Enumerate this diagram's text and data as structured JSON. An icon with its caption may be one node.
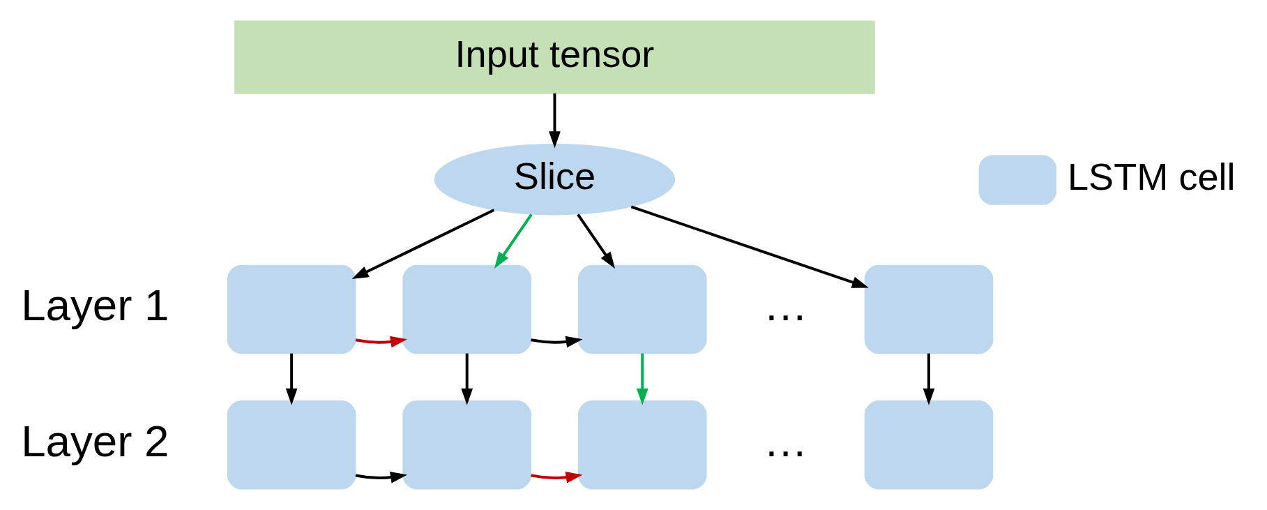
{
  "diagram": {
    "nodes": [
      {
        "text": [
          "Input tensor"
        ]
      },
      {
        "text": [
          "Slice"
        ]
      },
      {
        "text": [],
        "shape": "box"
      },
      {
        "text": [],
        "shape": "box"
      },
      {
        "text": [],
        "shape": "box"
      },
      {
        "text": [],
        "shape": "box"
      },
      {
        "text": [],
        "shape": "box"
      },
      {
        "text": [],
        "shape": "box"
      },
      {
        "text": [],
        "shape": "box"
      },
      {
        "text": [],
        "shape": "box"
      }
    ],
    "edges": [
      {
        "from": 0,
        "to": 1,
        "arrow": "to"
      },
      {
        "from": 1,
        "to": 2,
        "arrow": "to"
      },
      {
        "from": 1,
        "to": 3,
        "arrow": "to",
        "color": "#00b050"
      },
      {
        "from": 1,
        "to": 4,
        "arrow": "to"
      },
      {
        "from": 1,
        "to": 5,
        "arrow": "to"
      },
      {
        "from": 2,
        "to": 3,
        "arrow": "to",
        "color": "#c00000"
      },
      {
        "from": 3,
        "to": 4,
        "arrow": "to"
      },
      {
        "from": 2,
        "to": 6,
        "arrow": "to"
      },
      {
        "from": 3,
        "to": 7,
        "arrow": "to"
      },
      {
        "from": 4,
        "to": 8,
        "arrow": "to",
        "color": "#00b050"
      },
      {
        "from": 5,
        "to": 9,
        "arrow": "to"
      },
      {
        "from": 6,
        "to": 7,
        "arrow": "to"
      },
      {
        "from": 7,
        "to": 8,
        "arrow": "to",
        "color": "#c00000"
      }
    ],
    "labels": [
      "Layer 1",
      "…",
      "Layer 2",
      "…"
    ],
    "legend": [
      {
        "text": "LSTM cell",
        "color": "#bdd7ee"
      }
    ]
  }
}
